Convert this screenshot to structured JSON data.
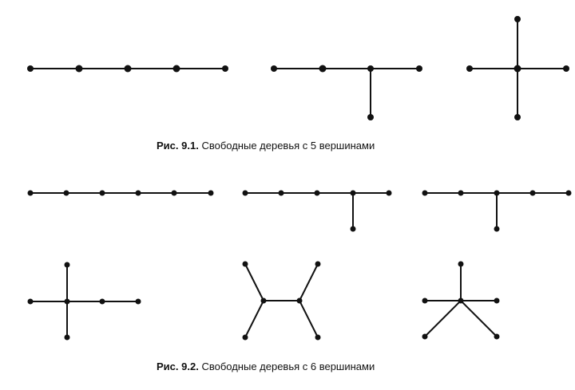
{
  "figure_1": {
    "label": "Рис. 9.1.",
    "text": "Свободные деревья с 5 вершинами",
    "vertex_count": 5,
    "tree_count": 3
  },
  "figure_2": {
    "label": "Рис. 9.2.",
    "text": "Свободные деревья с 6 вершинами",
    "vertex_count": 6,
    "tree_count": 6
  },
  "colors": {
    "ink": "#111111",
    "background": "#ffffff"
  }
}
